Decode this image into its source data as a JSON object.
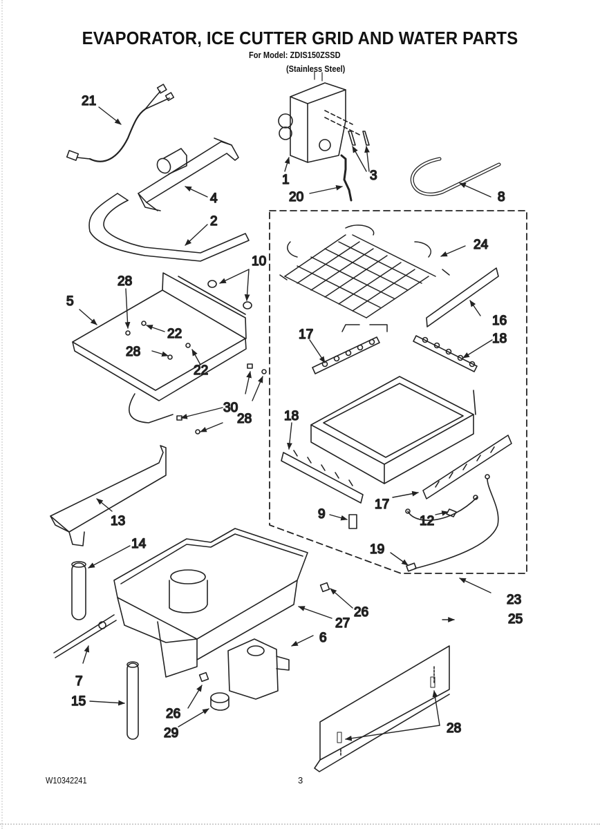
{
  "header": {
    "title": "EVAPORATOR, ICE CUTTER GRID AND WATER PARTS",
    "model_line": "For Model: ZDIS150ZSSD",
    "finish": "(Stainless Steel)"
  },
  "footer": {
    "document_number": "W10342241",
    "page_number": "3"
  },
  "callouts": [
    {
      "id": "c21",
      "label": "21"
    },
    {
      "id": "c4",
      "label": "4"
    },
    {
      "id": "c2",
      "label": "2"
    },
    {
      "id": "c1",
      "label": "1"
    },
    {
      "id": "c20",
      "label": "20"
    },
    {
      "id": "c3",
      "label": "3"
    },
    {
      "id": "c8",
      "label": "8"
    },
    {
      "id": "c24",
      "label": "24"
    },
    {
      "id": "c10",
      "label": "10"
    },
    {
      "id": "c5",
      "label": "5"
    },
    {
      "id": "c28a",
      "label": "28"
    },
    {
      "id": "c22a",
      "label": "22"
    },
    {
      "id": "c28b",
      "label": "28"
    },
    {
      "id": "c22b",
      "label": "22"
    },
    {
      "id": "c16",
      "label": "16"
    },
    {
      "id": "c17a",
      "label": "17"
    },
    {
      "id": "c18a",
      "label": "18"
    },
    {
      "id": "c30",
      "label": "30"
    },
    {
      "id": "c28c",
      "label": "28"
    },
    {
      "id": "c18b",
      "label": "18"
    },
    {
      "id": "c17b",
      "label": "17"
    },
    {
      "id": "c9",
      "label": "9"
    },
    {
      "id": "c12",
      "label": "12"
    },
    {
      "id": "c13",
      "label": "13"
    },
    {
      "id": "c14",
      "label": "14"
    },
    {
      "id": "c19",
      "label": "19"
    },
    {
      "id": "c23",
      "label": "23"
    },
    {
      "id": "c26a",
      "label": "26"
    },
    {
      "id": "c27",
      "label": "27"
    },
    {
      "id": "c25",
      "label": "25"
    },
    {
      "id": "c6",
      "label": "6"
    },
    {
      "id": "c7",
      "label": "7"
    },
    {
      "id": "c15",
      "label": "15"
    },
    {
      "id": "c26b",
      "label": "26"
    },
    {
      "id": "c29",
      "label": "29"
    },
    {
      "id": "c28d",
      "label": "28"
    }
  ]
}
